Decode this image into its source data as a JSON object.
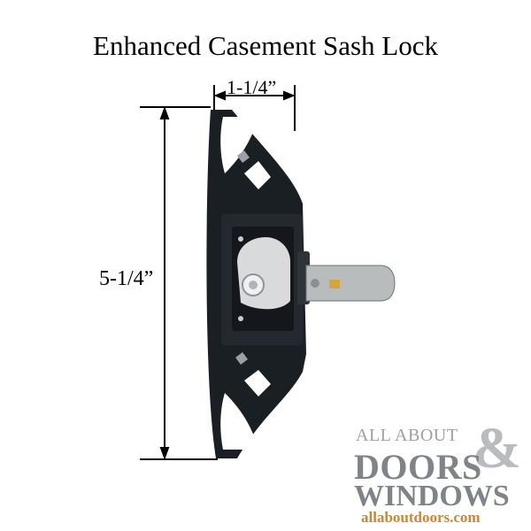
{
  "title": "Enhanced Casement Sash Lock",
  "dimensions": {
    "width_label": "1-1/4”",
    "height_label": "5-1/4”"
  },
  "logo": {
    "line1": "ALL ABOUT",
    "line2": "DOORS",
    "ampersand": "&",
    "line3": "WINDOWS",
    "url": "allaboutdoors.com"
  },
  "colors": {
    "lock_body": "#1a1f24",
    "cam": "#d8dadb",
    "lever": "#b9bcbc",
    "logo_gray": "#7e8488",
    "logo_url": "#c8873a"
  }
}
